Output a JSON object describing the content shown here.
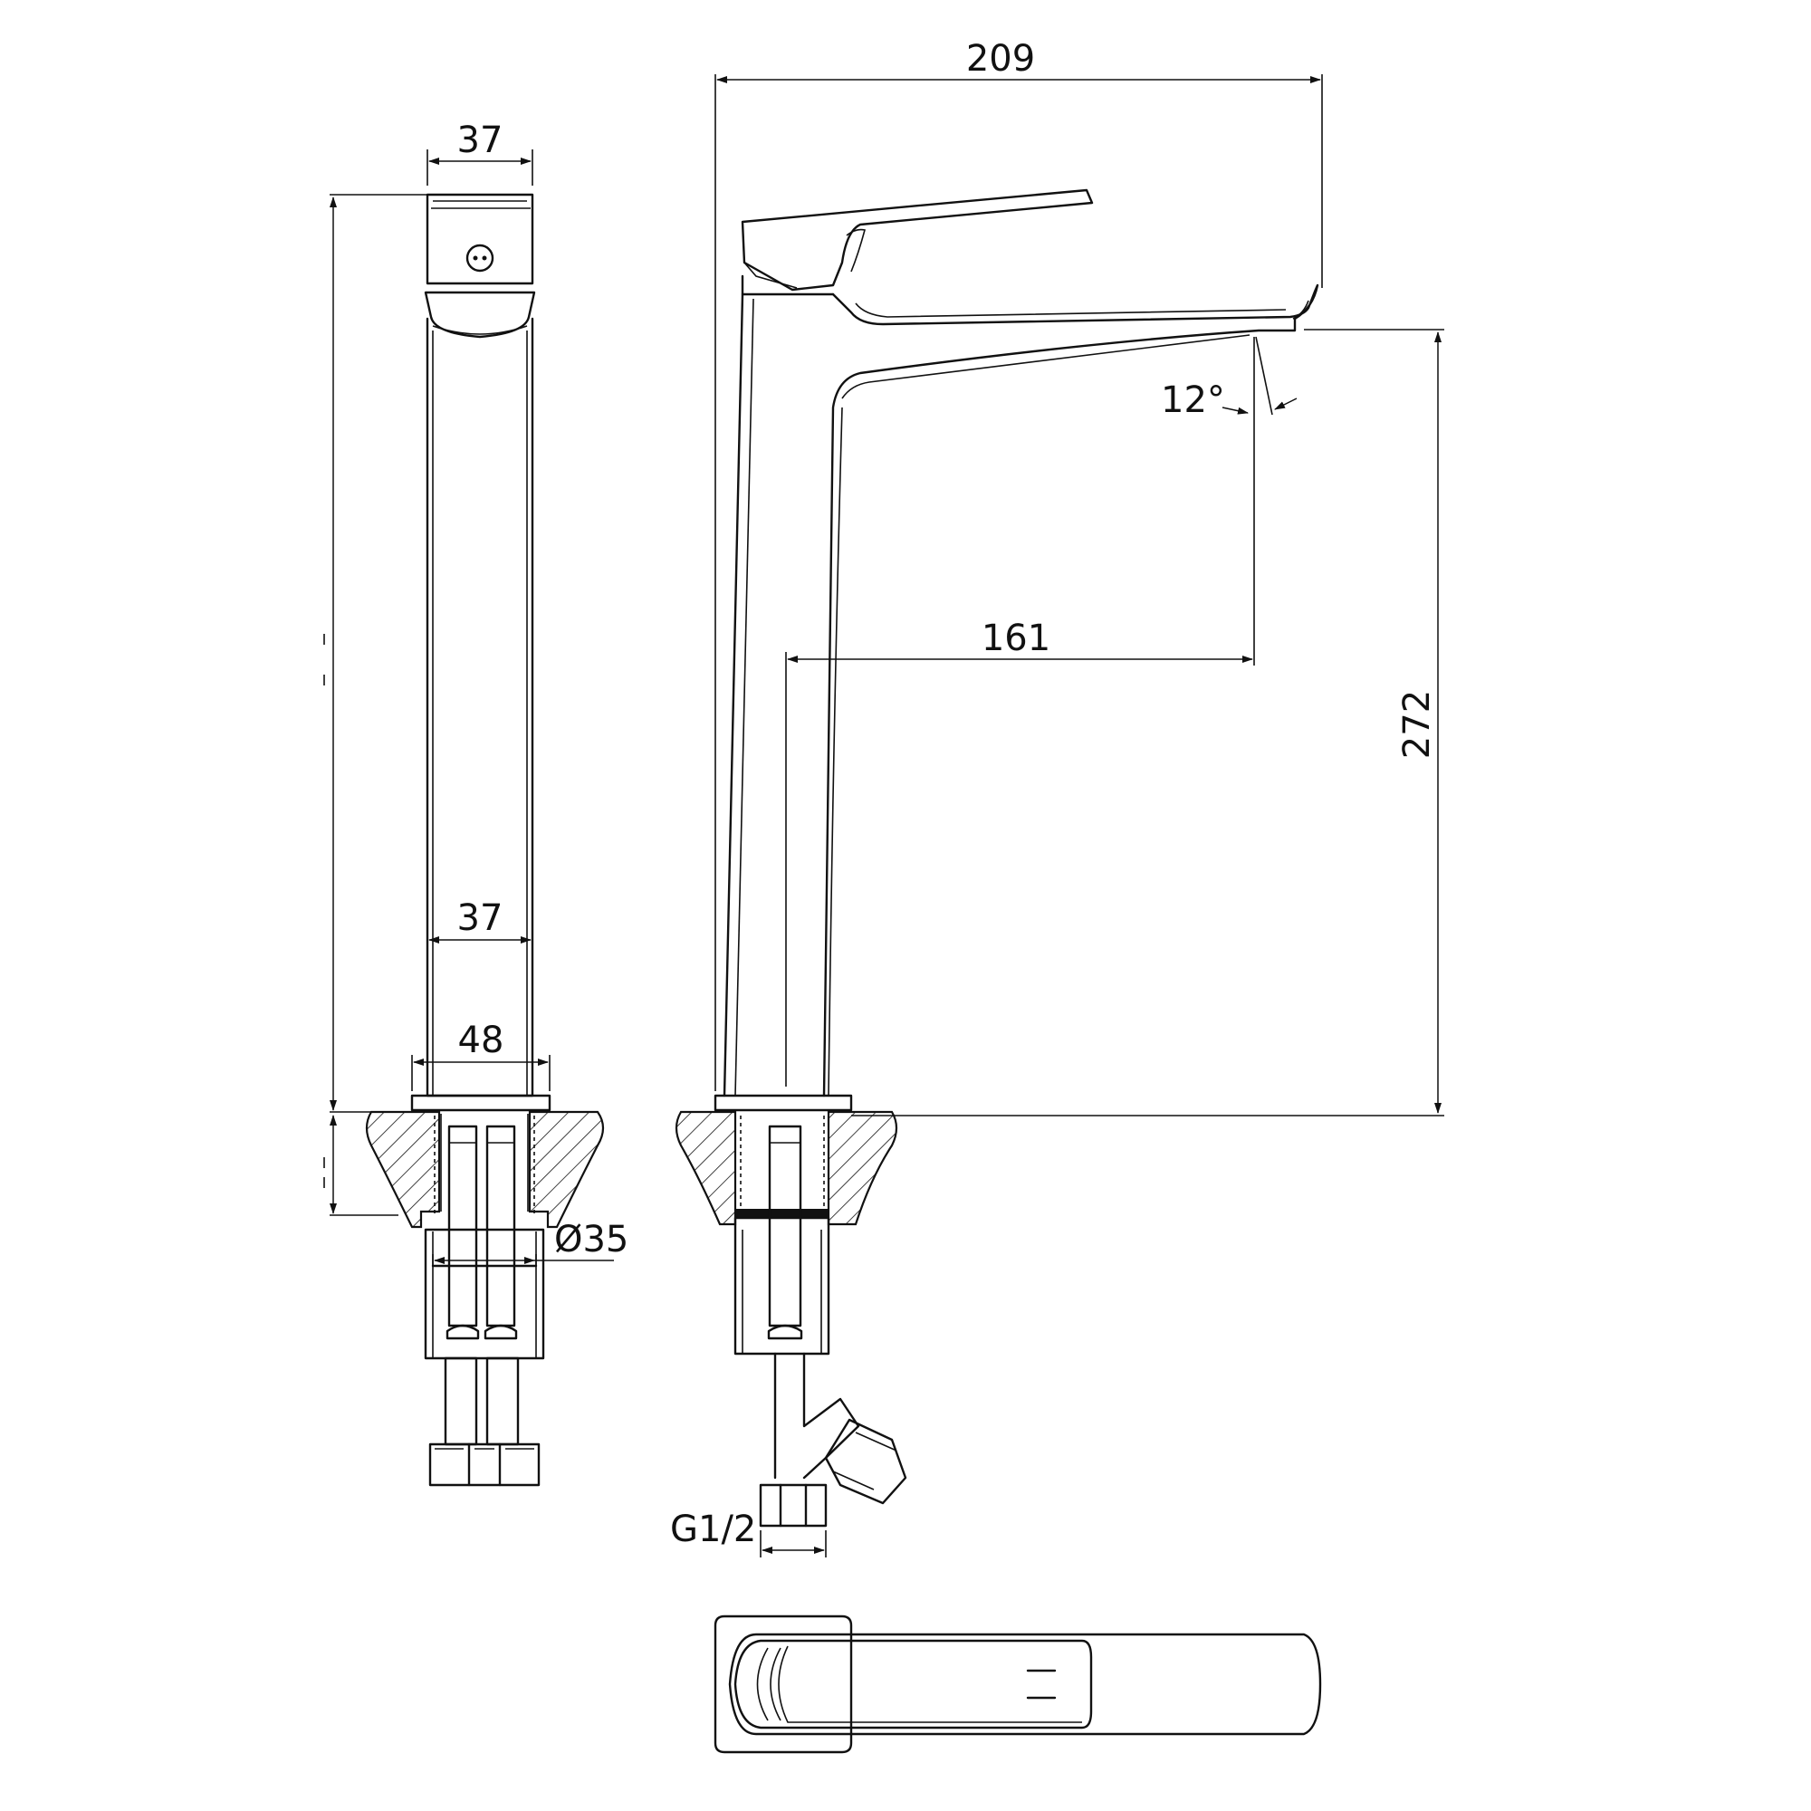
{
  "dimensions": {
    "width_top": "37",
    "width_body": "37",
    "base_width": "48",
    "bore_diameter": "Ø35",
    "overall_length": "209",
    "spout_reach": "161",
    "spout_height": "272",
    "spout_angle": "12°",
    "thread": "G1/2"
  },
  "colors": {
    "line": "#111111",
    "background": "#ffffff"
  }
}
